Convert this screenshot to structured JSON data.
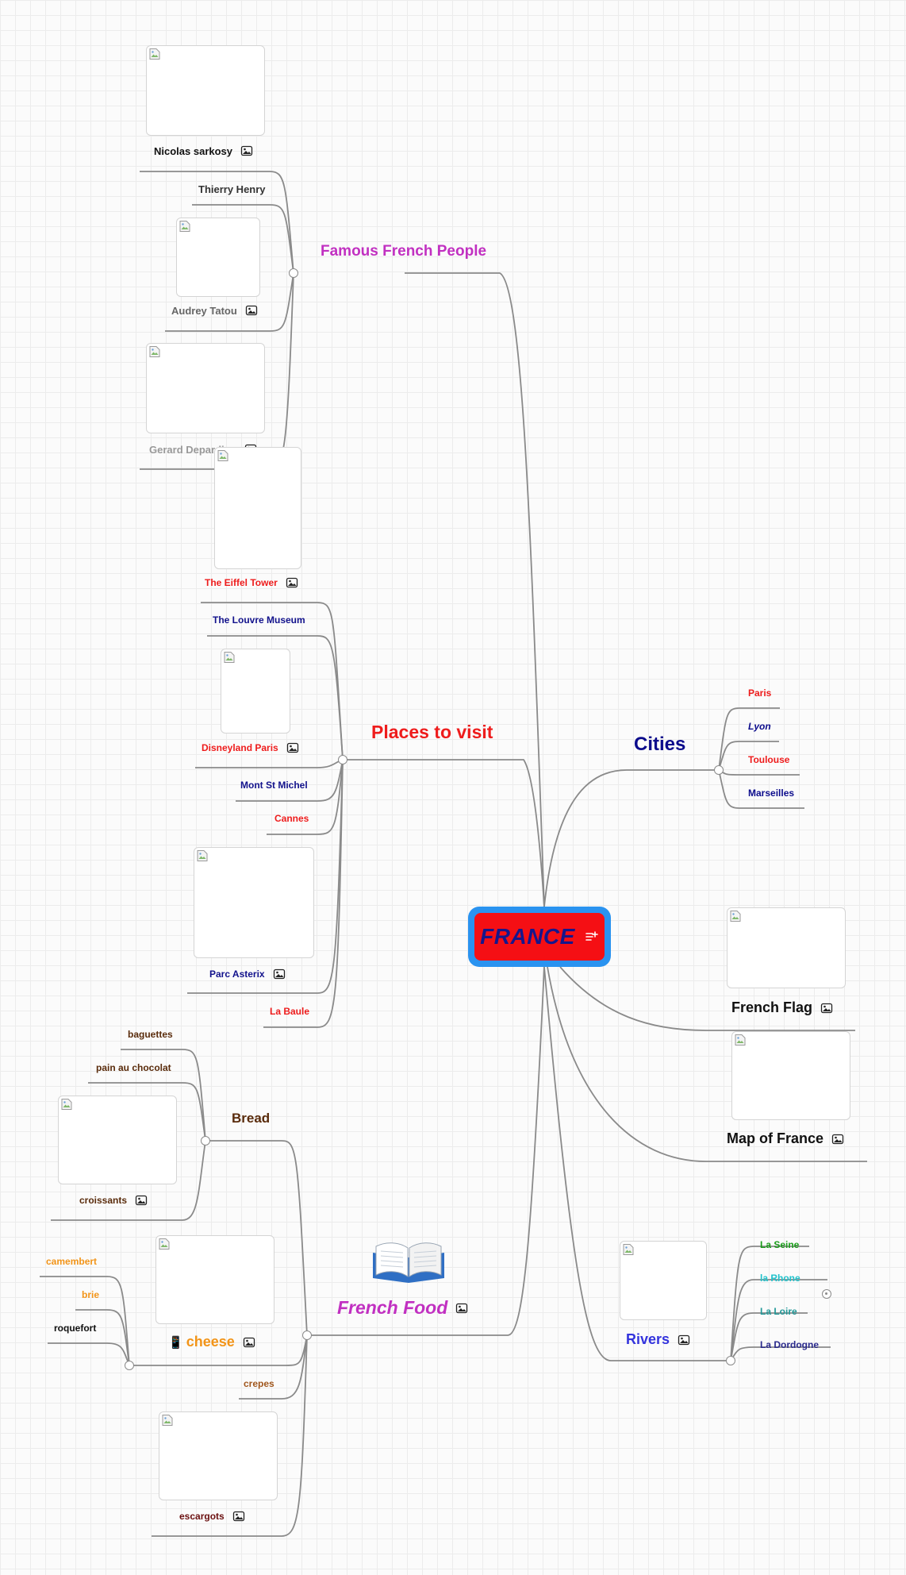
{
  "root": {
    "label": "FRANCE",
    "color": "#16168c",
    "fill": "#f50f14",
    "border": "#2a93f0"
  },
  "branches": {
    "people": {
      "label": "Famous French People",
      "color": "#c130c1",
      "children": [
        {
          "label": "Nicolas sarkosy",
          "color": "#111111",
          "has_image": true
        },
        {
          "label": "Thierry Henry",
          "color": "#333333",
          "has_image": false
        },
        {
          "label": "Audrey Tatou",
          "color": "#666666",
          "has_image": true
        },
        {
          "label": "Gerard Depardieu",
          "color": "#999999",
          "has_image": true
        }
      ]
    },
    "places": {
      "label": "Places to visit",
      "color": "#ee1c1c",
      "children": [
        {
          "label": "The Eiffel Tower",
          "color": "#ee1c1c",
          "has_image": true
        },
        {
          "label": "The Louvre Museum",
          "color": "#12128c",
          "has_image": false
        },
        {
          "label": "Disneyland Paris",
          "color": "#ee1c1c",
          "has_image": true
        },
        {
          "label": "Mont St Michel",
          "color": "#12128c",
          "has_image": false
        },
        {
          "label": "Cannes",
          "color": "#ee1c1c",
          "has_image": false
        },
        {
          "label": "Parc Asterix",
          "color": "#12128c",
          "has_image": true
        },
        {
          "label": "La Baule",
          "color": "#ee1c1c",
          "has_image": false
        }
      ]
    },
    "cities": {
      "label": "Cities",
      "color": "#0c0c8c",
      "children": [
        {
          "label": "Paris",
          "color": "#ee1c1c"
        },
        {
          "label": "Lyon",
          "color": "#0c0c8c",
          "italic": true
        },
        {
          "label": "Toulouse",
          "color": "#ee1c1c"
        },
        {
          "label": "Marseilles",
          "color": "#0c0c8c"
        }
      ]
    },
    "flag": {
      "label": "French Flag",
      "color": "#111111",
      "has_image": true
    },
    "map": {
      "label": "Map of France",
      "color": "#111111",
      "has_image": true
    },
    "rivers": {
      "label": "Rivers",
      "color": "#3333dd",
      "has_image": true,
      "children": [
        {
          "label": "La Seine",
          "color": "#1a9c1a"
        },
        {
          "label": "la Rhone",
          "color": "#22c3cc"
        },
        {
          "label": "La Loire",
          "color": "#229999"
        },
        {
          "label": "La Dordogne",
          "color": "#2a2a8c"
        }
      ]
    },
    "food": {
      "label": "French Food",
      "color": "#c130c1",
      "has_image": true,
      "emoji": "book",
      "children": {
        "bread": {
          "label": "Bread",
          "color": "#5a2c0c",
          "children": [
            {
              "label": "baguettes",
              "color": "#5a2c0c"
            },
            {
              "label": "pain au chocolat",
              "color": "#5a2c0c"
            },
            {
              "label": "croissants",
              "color": "#5a2c0c",
              "has_image": true
            }
          ]
        },
        "cheese": {
          "label": "cheese",
          "prefix": "📱",
          "color": "#f29418",
          "has_image": true,
          "children": [
            {
              "label": "camembert",
              "color": "#f29418"
            },
            {
              "label": "brie",
              "color": "#f29418"
            },
            {
              "label": "roquefort",
              "color": "#111111"
            }
          ]
        },
        "crepes": {
          "label": "crepes",
          "color": "#a0561c"
        },
        "escargots": {
          "label": "escargots",
          "color": "#6b1010",
          "has_image": true
        }
      }
    }
  },
  "icons": {
    "image": "image-icon",
    "notes": "notes-icon",
    "book": "open-book-icon"
  },
  "line_color": "#8a8a8a"
}
